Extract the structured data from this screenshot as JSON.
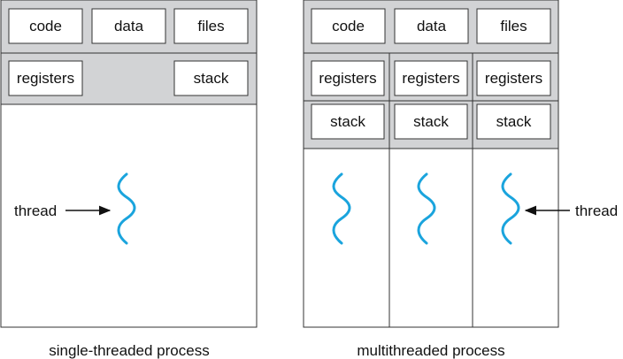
{
  "colors": {
    "panel": "#d2d3d5",
    "thread": "#1aa4dd",
    "border": "#333333"
  },
  "single": {
    "code": "code",
    "data": "data",
    "files": "files",
    "registers": "registers",
    "stack": "stack",
    "thread_label": "thread",
    "caption": "single-threaded process"
  },
  "multi": {
    "code": "code",
    "data": "data",
    "files": "files",
    "threads": [
      {
        "registers": "registers",
        "stack": "stack"
      },
      {
        "registers": "registers",
        "stack": "stack"
      },
      {
        "registers": "registers",
        "stack": "stack"
      }
    ],
    "thread_label": "thread",
    "caption": "multithreaded process"
  }
}
